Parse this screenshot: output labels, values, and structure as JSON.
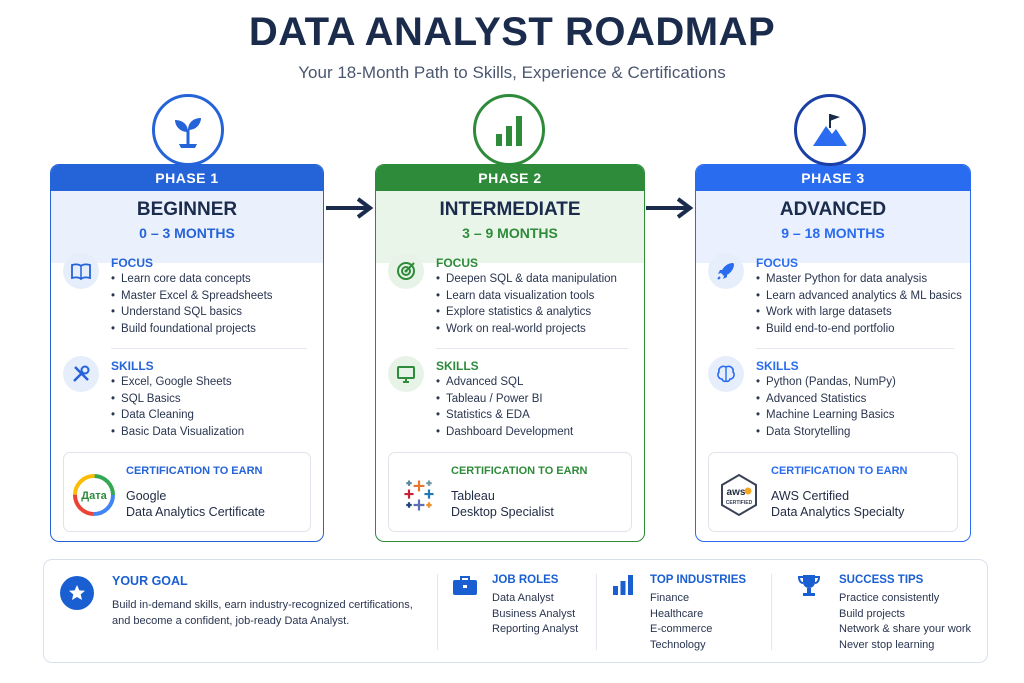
{
  "header": {
    "title": "DATA ANALYST ROADMAP",
    "subtitle": "Your 18-Month Path to Skills, Experience & Certifications"
  },
  "colors": {
    "phase1": "#2563d9",
    "phase2": "#2e8b3a",
    "phase3": "#2a6cf0",
    "navy": "#1a2b4c"
  },
  "phases": [
    {
      "label": "PHASE 1",
      "level": "BEGINNER",
      "duration": "0 – 3 MONTHS",
      "icon": "sprout-icon",
      "focus_title": "FOCUS",
      "focus_icon": "book-icon",
      "focus": [
        "Learn core data concepts",
        "Master Excel & Spreadsheets",
        "Understand SQL basics",
        "Build foundational projects"
      ],
      "skills_title": "SKILLS",
      "skills_icon": "tools-icon",
      "skills": [
        "Excel, Google Sheets",
        "SQL Basics",
        "Data Cleaning",
        "Basic Data Visualization"
      ],
      "cert_label": "CERTIFICATION TO EARN",
      "cert_line1": "Google",
      "cert_line2": "Data Analytics Certificate",
      "cert_logo_text": "Дата"
    },
    {
      "label": "PHASE 2",
      "level": "INTERMEDIATE",
      "duration": "3 – 9 MONTHS",
      "icon": "bar-chart-icon",
      "focus_title": "FOCUS",
      "focus_icon": "target-icon",
      "focus": [
        "Deepen SQL & data manipulation",
        "Learn data visualization tools",
        "Explore statistics & analytics",
        "Work on real-world projects"
      ],
      "skills_title": "SKILLS",
      "skills_icon": "monitor-icon",
      "skills": [
        "Advanced SQL",
        "Tableau / Power BI",
        "Statistics & EDA",
        "Dashboard Development"
      ],
      "cert_label": "CERTIFICATION TO EARN",
      "cert_line1": "Tableau",
      "cert_line2": "Desktop Specialist"
    },
    {
      "label": "PHASE 3",
      "level": "ADVANCED",
      "duration": "9 – 18 MONTHS",
      "icon": "mountain-flag-icon",
      "focus_title": "FOCUS",
      "focus_icon": "rocket-icon",
      "focus": [
        "Master Python for data analysis",
        "Learn advanced analytics & ML basics",
        "Work with large datasets",
        "Build end-to-end portfolio"
      ],
      "skills_title": "SKILLS",
      "skills_icon": "brain-icon",
      "skills": [
        "Python (Pandas, NumPy)",
        "Advanced Statistics",
        "Machine Learning Basics",
        "Data Storytelling"
      ],
      "cert_label": "CERTIFICATION TO EARN",
      "cert_line1": "AWS Certified",
      "cert_line2": "Data Analytics Specialty",
      "cert_logo_text": "aws",
      "cert_logo_sub": "CERTIFIED"
    }
  ],
  "footer": {
    "goal_title": "YOUR GOAL",
    "goal_text_1": "Build in-demand skills, earn industry-recognized certifications,",
    "goal_text_2": "and become a confident, job-ready Data Analyst.",
    "roles_title": "JOB ROLES",
    "roles": [
      "Data Analyst",
      "Business Analyst",
      "Reporting Analyst"
    ],
    "industries_title": "TOP INDUSTRIES",
    "industries": [
      "Finance",
      "Healthcare",
      "E-commerce",
      "Technology"
    ],
    "tips_title": "SUCCESS TIPS",
    "tips": [
      "Practice consistently",
      "Build projects",
      "Network & share your work",
      "Never stop learning"
    ]
  }
}
